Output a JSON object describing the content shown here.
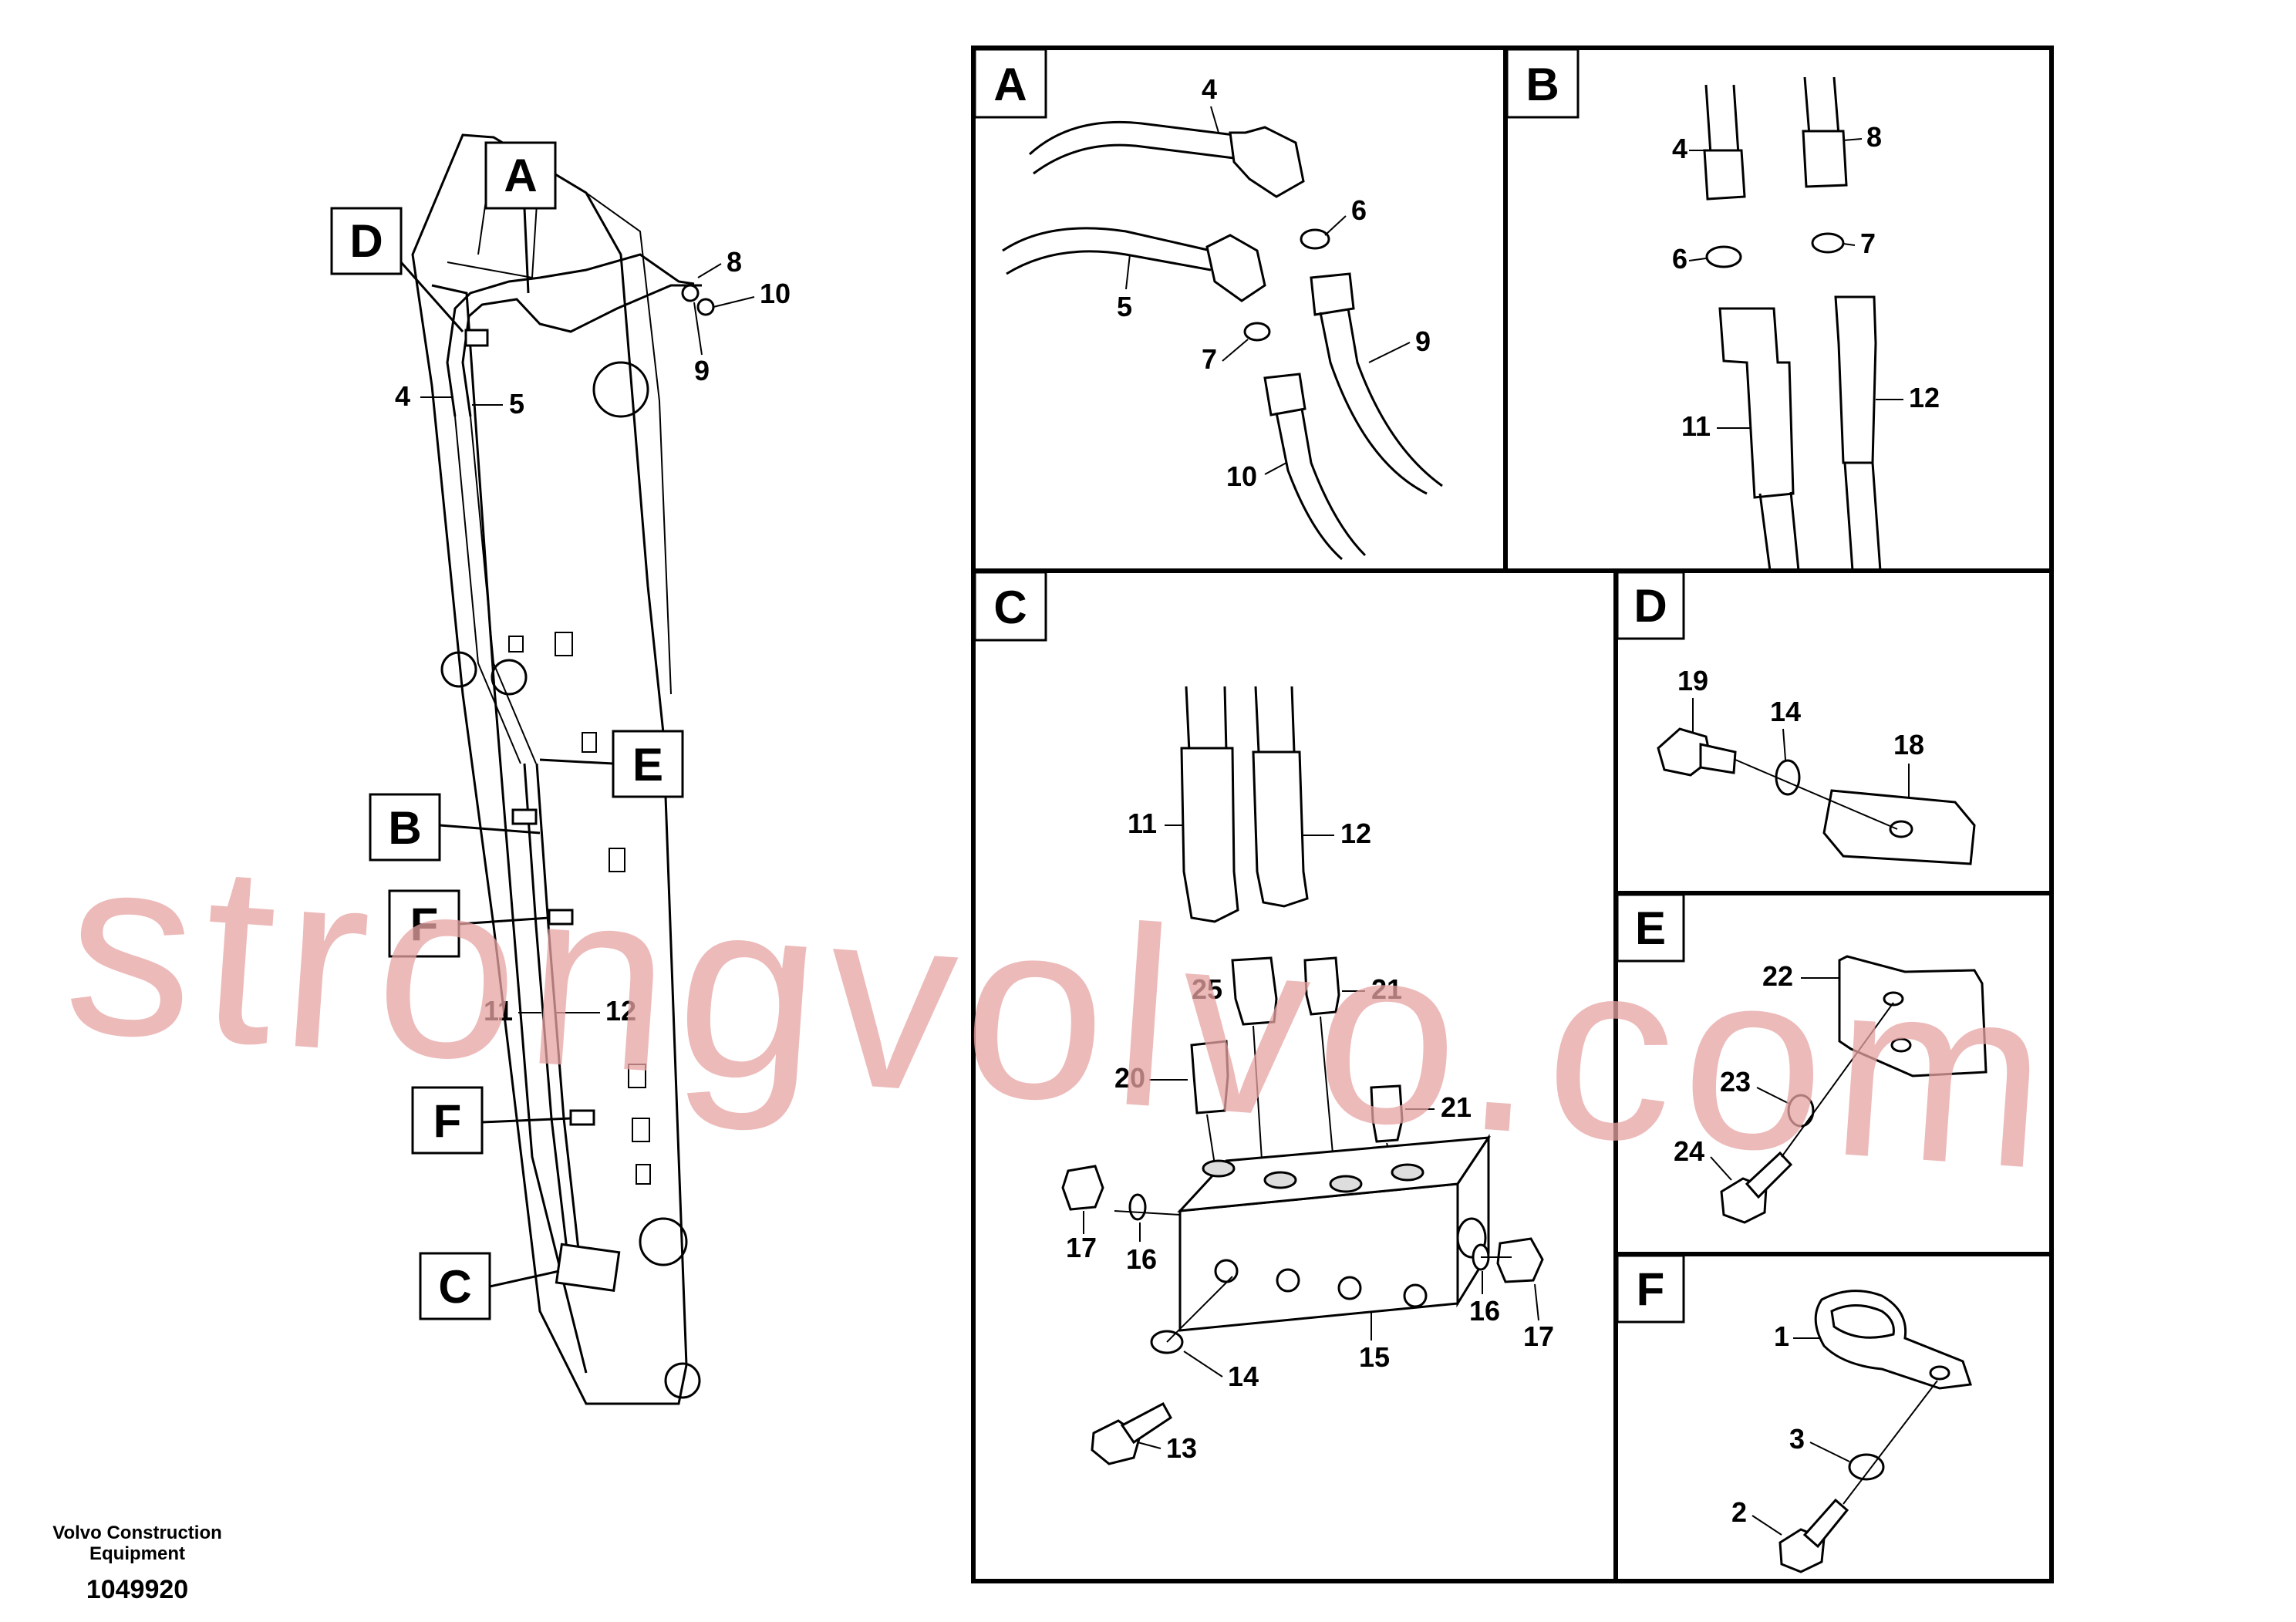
{
  "publisher": {
    "line1": "Volvo Construction",
    "line2": "Equipment"
  },
  "drawing_number": "1049920",
  "watermark": "strongvolvo.com",
  "overview": {
    "detail_labels": [
      "A",
      "D",
      "E",
      "B",
      "F",
      "F",
      "C"
    ],
    "callouts": [
      "8",
      "10",
      "9",
      "4",
      "5",
      "11",
      "12"
    ]
  },
  "panels": {
    "A": {
      "label": "A",
      "callouts": [
        "4",
        "6",
        "5",
        "7",
        "9",
        "10"
      ]
    },
    "B": {
      "label": "B",
      "callouts": [
        "4",
        "8",
        "6",
        "7",
        "11",
        "12"
      ]
    },
    "C": {
      "label": "C",
      "callouts": [
        "11",
        "12",
        "25",
        "21",
        "20",
        "21",
        "17",
        "16",
        "16",
        "17",
        "14",
        "15",
        "13"
      ]
    },
    "D": {
      "label": "D",
      "callouts": [
        "19",
        "14",
        "18"
      ]
    },
    "E": {
      "label": "E",
      "callouts": [
        "22",
        "23",
        "24"
      ]
    },
    "F": {
      "label": "F",
      "callouts": [
        "1",
        "3",
        "2"
      ]
    }
  }
}
